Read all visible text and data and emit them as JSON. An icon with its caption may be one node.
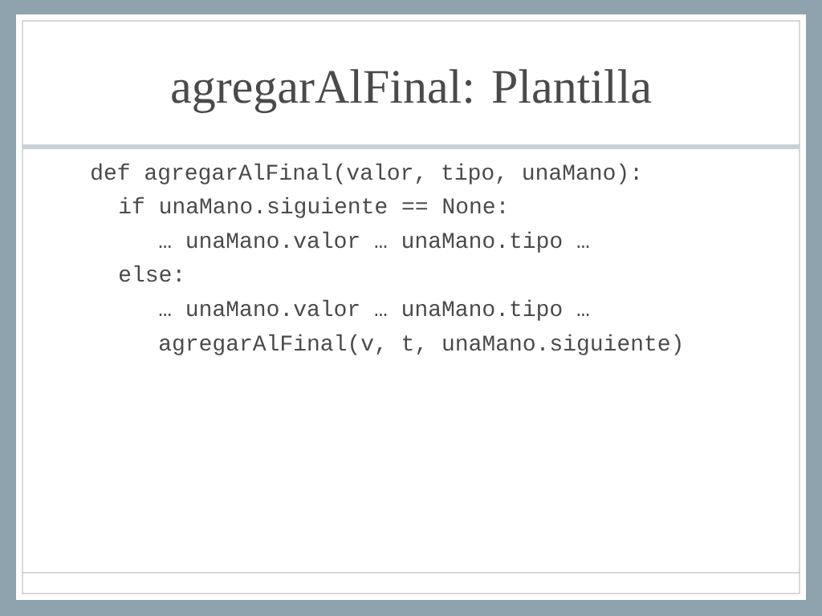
{
  "diagram": {
    "title": "agregarAlFinal: Plantilla",
    "labels": [
      "def agregarAlFinal(valor, tipo, unaMano):",
      "if unaMano.siguiente == None:",
      "… unaMano.valor … unaMano.tipo …",
      "else:",
      "… unaMano.valor … unaMano.tipo …",
      "agregarAlFinal(v, t, unaMano.siguiente)"
    ]
  }
}
